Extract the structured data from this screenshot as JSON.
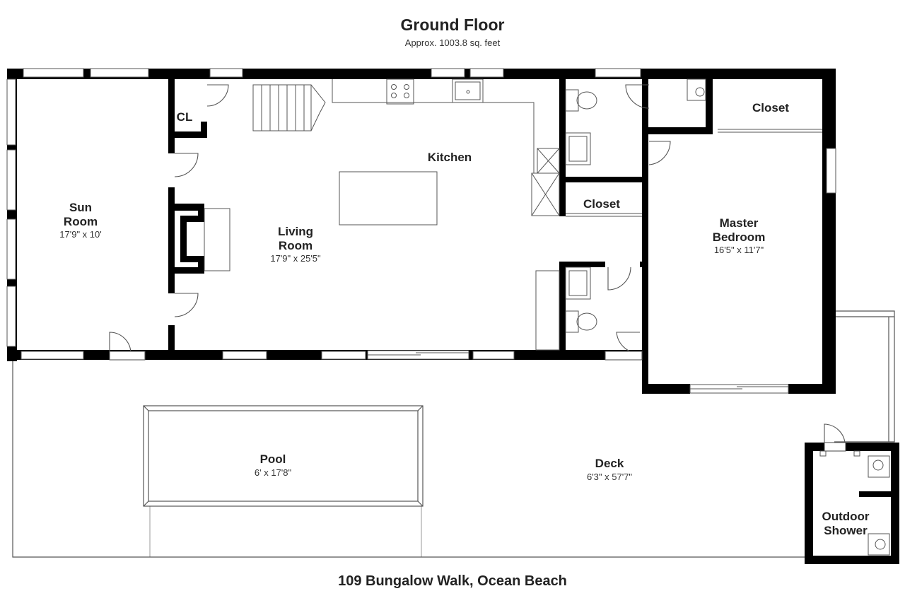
{
  "plan": {
    "title": "Ground Floor",
    "area": "Approx. 1003.8 sq. feet",
    "address": "109 Bungalow Walk, Ocean Beach"
  },
  "rooms": {
    "sun_room": {
      "name_line1": "Sun",
      "name_line2": "Room",
      "dims": "17'9\" x 10'"
    },
    "cl": {
      "name": "CL"
    },
    "living_room": {
      "name_line1": "Living",
      "name_line2": "Room",
      "dims": "17'9\" x 25'5\""
    },
    "kitchen": {
      "name": "Kitchen"
    },
    "closet_top": {
      "name": "Closet"
    },
    "closet_mid": {
      "name": "Closet"
    },
    "master_bedroom": {
      "name_line1": "Master",
      "name_line2": "Bedroom",
      "dims": "16'5\" x 11'7\""
    },
    "pool": {
      "name": "Pool",
      "dims": "6' x 17'8\""
    },
    "deck": {
      "name": "Deck",
      "dims": "6'3\" x 57'7\""
    },
    "outdoor_shower": {
      "name_line1": "Outdoor",
      "name_line2": "Shower"
    }
  },
  "colors": {
    "wall": "#000000",
    "line": "#555555",
    "background": "#ffffff"
  }
}
